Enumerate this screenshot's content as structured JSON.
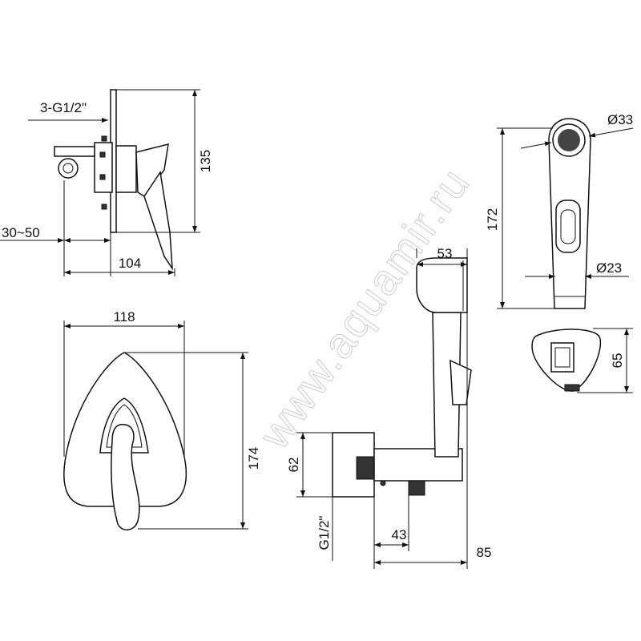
{
  "watermark": "www.aquamir.ru",
  "dimensions": {
    "inlet_thread": "3-G1/2\"",
    "side_height": "135",
    "wall_depth": "30~50",
    "side_depth": "104",
    "plate_width": "118",
    "plate_height": "174",
    "sprayer_head_depth": "53",
    "sprayer_length": "172",
    "sprayer_head_diameter": "Ø33",
    "sprayer_body_diameter": "Ø23",
    "holder_size": "65",
    "holder_height": "62",
    "holder_thread": "G1/2\"",
    "outlet_offset": "43",
    "holder_depth": "85"
  }
}
